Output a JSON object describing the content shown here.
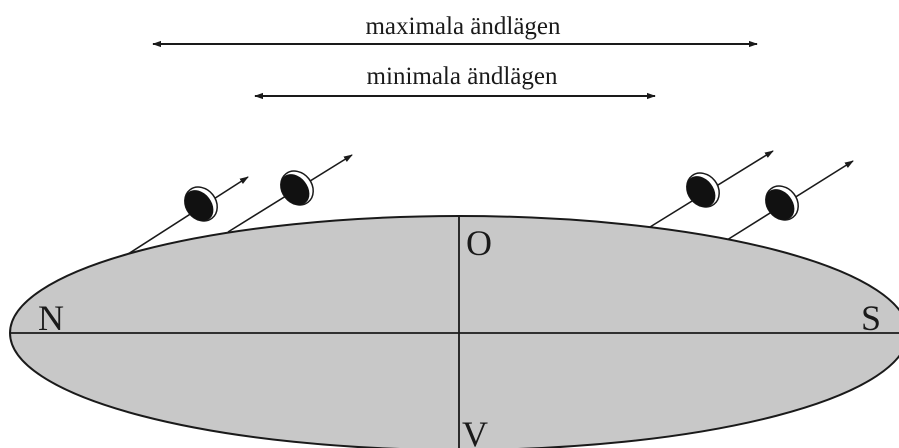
{
  "ranges": {
    "maximum": {
      "label": "maximala ändlägen"
    },
    "minimum": {
      "label": "minimala ändlägen"
    }
  },
  "directions": {
    "north": "N",
    "south": "S",
    "east": "O",
    "west": "V"
  },
  "colors": {
    "horizon_fill": "#c8c8c8",
    "ink": "#1a1a1a",
    "moon_dark": "#111111",
    "moon_lit": "#ffffff"
  },
  "moons": {
    "count": 4,
    "icon": "moon-icon"
  }
}
